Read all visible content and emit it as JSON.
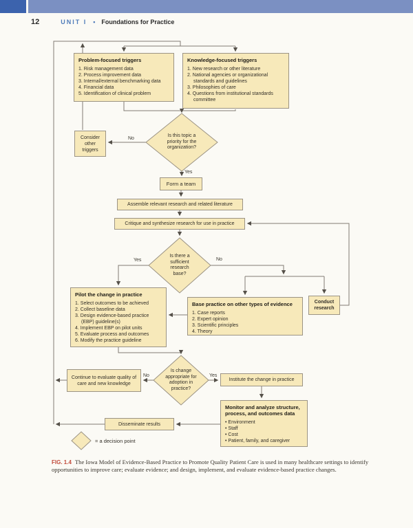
{
  "header": {
    "page_number": "12",
    "unit_label": "UNIT I",
    "bullet": "•",
    "section_title": "Foundations for Practice"
  },
  "flowchart": {
    "problem_box": {
      "title": "Problem-focused triggers",
      "items": [
        "1. Risk management data",
        "2. Process improvement data",
        "3. Internal/external benchmarking data",
        "4. Financial data",
        "5. Identification of clinical problem"
      ]
    },
    "knowledge_box": {
      "title": "Knowledge-focused triggers",
      "items": [
        "1. New research or other literature",
        "2. National agencies or organizational standards and guidelines",
        "3. Philosophies of care",
        "4. Questions from institutional standards committee"
      ]
    },
    "consider_box": {
      "text": "Consider other triggers"
    },
    "priority_diamond": {
      "text": "Is this topic a priority for the organization?"
    },
    "form_team_box": {
      "text": "Form a team"
    },
    "assemble_box": {
      "text": "Assemble relevant research and related literature"
    },
    "critique_box": {
      "text": "Critique and synthesize research for use in practice"
    },
    "research_diamond": {
      "text": "Is there a sufficient research base?"
    },
    "pilot_box": {
      "title": "Pilot the change in practice",
      "items": [
        "1. Select outcomes to be achieved",
        "2. Collect baseline data",
        "3. Design evidence-based practice (EBP) guideline(s)",
        "4. Implement EBP on pilot units",
        "5. Evaluate process and outcomes",
        "6. Modify the practice guideline"
      ]
    },
    "evidence_box": {
      "title": "Base practice on other types of evidence",
      "items": [
        "1. Case reports",
        "2. Expert opinion",
        "3. Scientific principles",
        "4. Theory"
      ]
    },
    "conduct_box": {
      "text": "Conduct research"
    },
    "adoption_diamond": {
      "text": "Is change appropriate for adoption in practice?"
    },
    "continue_box": {
      "text": "Continue to evaluate quality of care and new knowledge"
    },
    "institute_box": {
      "text": "Institute the change in practice"
    },
    "monitor_box": {
      "title": "Monitor and analyze structure, process, and outcomes data",
      "items": [
        "•  Environment",
        "•  Staff",
        "•  Cost",
        "•  Patient, family, and caregiver"
      ]
    },
    "disseminate_box": {
      "text": "Disseminate results"
    },
    "labels": {
      "no1": "No",
      "yes1": "Yes",
      "yes2": "Yes",
      "no2": "No",
      "no3": "No",
      "yes3": "Yes"
    },
    "legend": {
      "text": "= a decision point"
    }
  },
  "caption": {
    "label": "FIG. 1.4",
    "text": "The Iowa Model of Evidence-Based Practice to Promote Quality Patient Care is used in many healthcare settings to identify opportunities to improve care; evaluate evidence; and design, implement, and evaluate evidence-based practice changes."
  },
  "colors": {
    "box_fill": "#f7e9ba",
    "box_border": "#9b9384",
    "banner_light": "#7b90c2",
    "banner_dark": "#3c63ad",
    "accent_blue": "#4f7cba",
    "caption_red": "#c14a3a",
    "line_gray": "#6f6f6f"
  }
}
